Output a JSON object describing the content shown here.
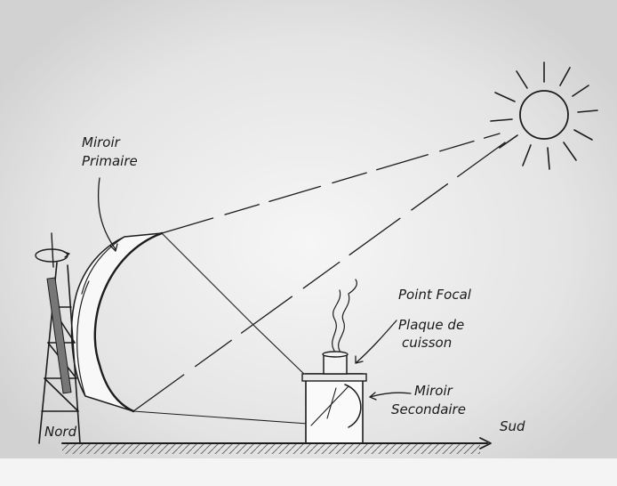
{
  "labels": {
    "miroir_primaire_1": "Miroir",
    "miroir_primaire_2": "Primaire",
    "point_focal": "Point Focal",
    "plaque_1": "Plaque de",
    "plaque_2": "cuisson",
    "miroir_secondaire_1": "Miroir",
    "miroir_secondaire_2": "Secondaire",
    "nord": "Nord",
    "sud": "Sud"
  }
}
